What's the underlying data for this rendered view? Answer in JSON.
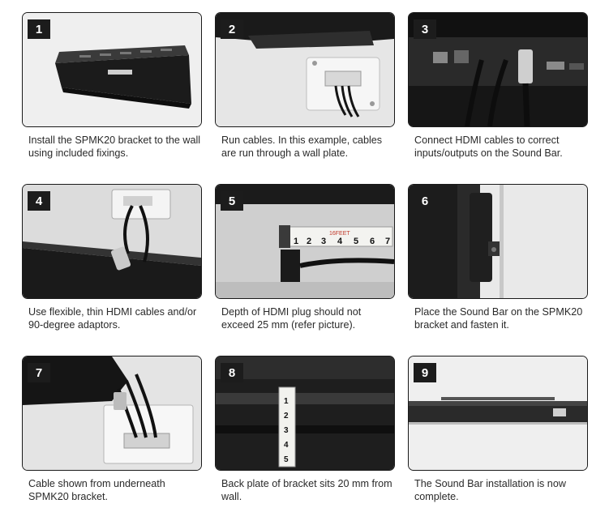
{
  "steps": [
    {
      "number": "1",
      "caption": "Install the SPMK20 bracket to the wall using included fixings."
    },
    {
      "number": "2",
      "caption": "Run cables. In this example, cables are run through a wall plate."
    },
    {
      "number": "3",
      "caption": "Connect HDMI cables to correct inputs/outputs on the Sound Bar."
    },
    {
      "number": "4",
      "caption": "Use flexible, thin HDMI cables and/or 90-degree adaptors."
    },
    {
      "number": "5",
      "caption": "Depth of HDMI plug should not exceed 25 mm (refer picture)."
    },
    {
      "number": "6",
      "caption": "Place the Sound Bar on the SPMK20 bracket and fasten it."
    },
    {
      "number": "7",
      "caption": "Cable shown from underneath SPMK20 bracket."
    },
    {
      "number": "8",
      "caption": "Back plate of bracket sits 20 mm from wall."
    },
    {
      "number": "9",
      "caption": "The Sound Bar installation is now complete."
    }
  ],
  "tape_measure": {
    "step5_label": "16FEET",
    "step5_ticks": [
      "1",
      "2",
      "3",
      "4",
      "5",
      "6",
      "7"
    ],
    "step8_ticks": [
      "1",
      "2",
      "3",
      "4",
      "5"
    ]
  }
}
